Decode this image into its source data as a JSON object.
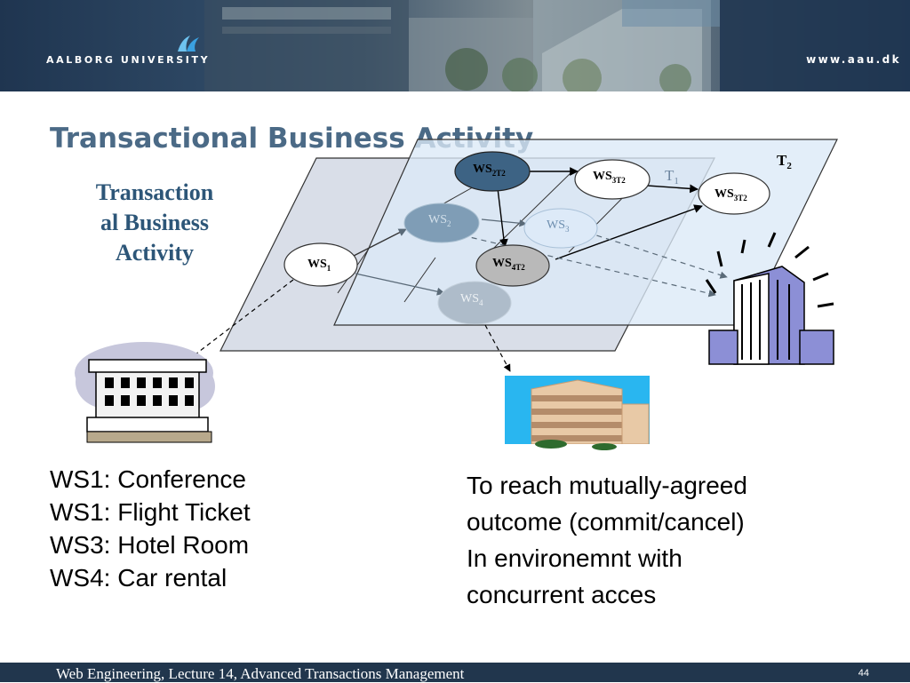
{
  "header": {
    "logo_part1": "AALBORG",
    "logo_part2": "UNIVERSITY",
    "url": "www.aau.dk"
  },
  "slide": {
    "title": "Transactional Business Activity",
    "side_label_lines": [
      "Transaction",
      "al Business",
      "Activity"
    ]
  },
  "diagram": {
    "planes": {
      "t1": {
        "label": "T",
        "sub": "1"
      },
      "t2": {
        "label": "T",
        "sub": "2"
      }
    },
    "nodes": {
      "ws1": {
        "label": "WS",
        "sub": "1"
      },
      "ws2": {
        "label": "WS",
        "sub": "2"
      },
      "ws3": {
        "label": "WS",
        "sub": "3"
      },
      "ws4": {
        "label": "WS",
        "sub": "4"
      },
      "ws2t2": {
        "label": "WS",
        "sub": "2T2"
      },
      "ws3t2a": {
        "label": "WS",
        "sub": "3T2"
      },
      "ws3t2b": {
        "label": "WS",
        "sub": "3T2"
      },
      "ws4t2": {
        "label": "WS",
        "sub": "4T2"
      }
    }
  },
  "left_list": [
    "WS1: Conference",
    "WS1: Flight Ticket",
    "WS3: Hotel Room",
    "WS4: Car rental"
  ],
  "right_text": [
    "To reach mutually-agreed",
    "outcome (commit/cancel)",
    "In environemnt with",
    "concurrent acces"
  ],
  "footer": {
    "text": "Web Engineering, Lecture 14, Advanced Transactions Management",
    "page": "44"
  }
}
